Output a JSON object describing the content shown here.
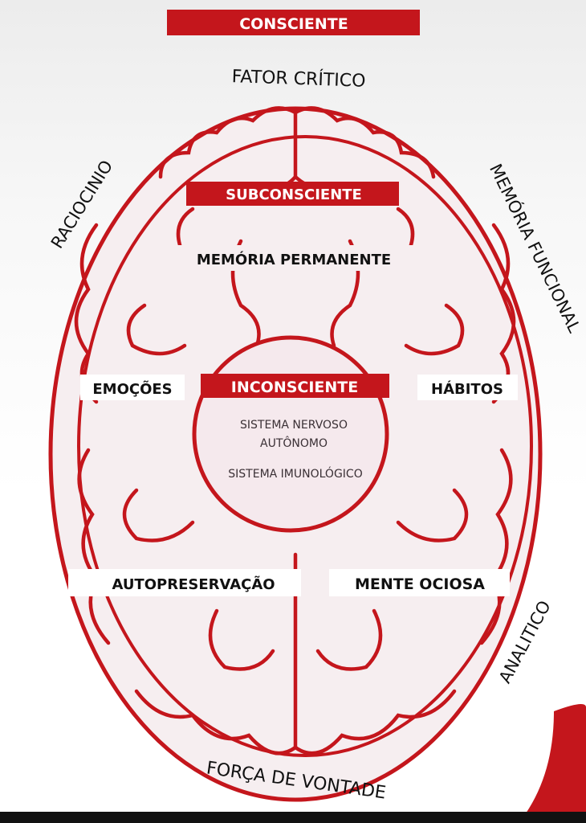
{
  "title": "CONSCIENTE",
  "outer_labels": {
    "top": "FATOR CRÍTICO",
    "left": "RACIOCINIO",
    "right": "MEMÓRIA FUNCIONAL",
    "bottom_right": "ANALITICO",
    "bottom": "FORÇA DE VONTADE"
  },
  "subconsciente": {
    "title": "SUBCONSCIENTE",
    "items": [
      "MEMÓRIA PERMANENTE",
      "EMOÇÕES",
      "HÁBITOS",
      "AUTOPRESERVAÇÃO",
      "MENTE OCIOSA"
    ]
  },
  "inconsciente": {
    "title": "INCONSCIENTE",
    "lines": [
      "SISTEMA NERVOSO",
      "AUTÔNOMO",
      "SISTEMA IMUNOLÓGICO"
    ]
  },
  "colors": {
    "accent": "#c4161c",
    "text": "#111111",
    "muted": "#3a3035"
  }
}
